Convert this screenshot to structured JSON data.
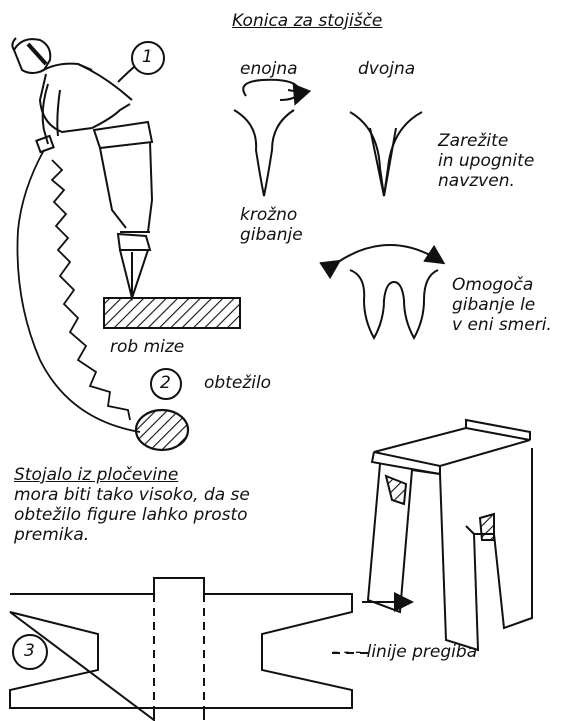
{
  "title": "Konica za stojišče",
  "cone_single": "enojna",
  "cone_double": "dvojna",
  "circular_1": "krožno",
  "circular_2": "gibanje",
  "cut_1": "Zarežite",
  "cut_2": "in upognite",
  "cut_3": "navzven.",
  "allows_1": "Omogoča",
  "allows_2": "gibanje le",
  "allows_3": "v eni smeri.",
  "table_edge": "rob mize",
  "weight": "obtežilo",
  "markers": [
    "1",
    "2",
    "3"
  ],
  "stand_title": "Stojalo iz pločevine",
  "stand_1": "mora biti tako visoko, da se",
  "stand_2": "obtežilo figure lahko prosto",
  "stand_3": "premika.",
  "fold_lines": "- - - linije pregiba"
}
